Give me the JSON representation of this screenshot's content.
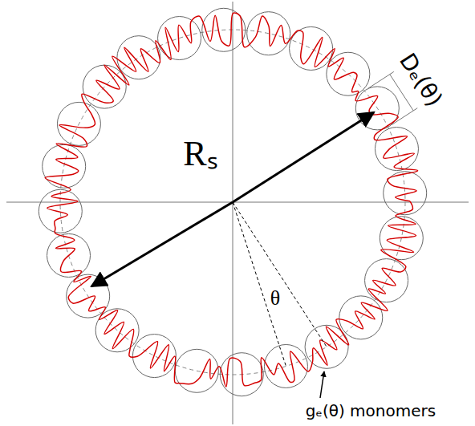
{
  "diagram": {
    "labels": [
      "Rₛ",
      "Dₑ(θ)",
      "θ",
      "gₑ(θ) monomers"
    ]
  }
}
